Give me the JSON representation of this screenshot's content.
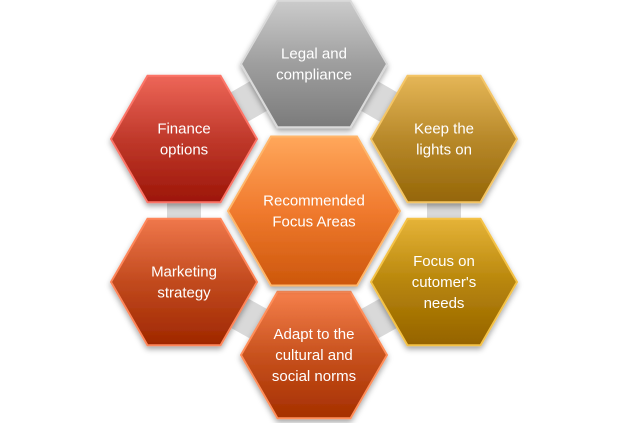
{
  "diagram": {
    "center": {
      "lines": [
        "Recommended",
        "Focus Areas"
      ],
      "color": "#F07A2E"
    },
    "nodes": [
      {
        "id": "legal",
        "lines": [
          "Legal and",
          "compliance"
        ],
        "color": "#9E9E9E"
      },
      {
        "id": "lights",
        "lines": [
          "Keep the",
          "lights on"
        ],
        "color": "#B8892A"
      },
      {
        "id": "needs",
        "lines": [
          "Focus on",
          "cutomer's",
          "needs"
        ],
        "color": "#B8860B"
      },
      {
        "id": "adapt",
        "lines": [
          "Adapt to the",
          "cultural and",
          "social norms"
        ],
        "color": "#C8521E"
      },
      {
        "id": "marketing",
        "lines": [
          "Marketing",
          "strategy"
        ],
        "color": "#C24A1E"
      },
      {
        "id": "finance",
        "lines": [
          "Finance",
          "options"
        ],
        "color": "#C0392B"
      }
    ],
    "connector_color": "#D9D9D9"
  }
}
